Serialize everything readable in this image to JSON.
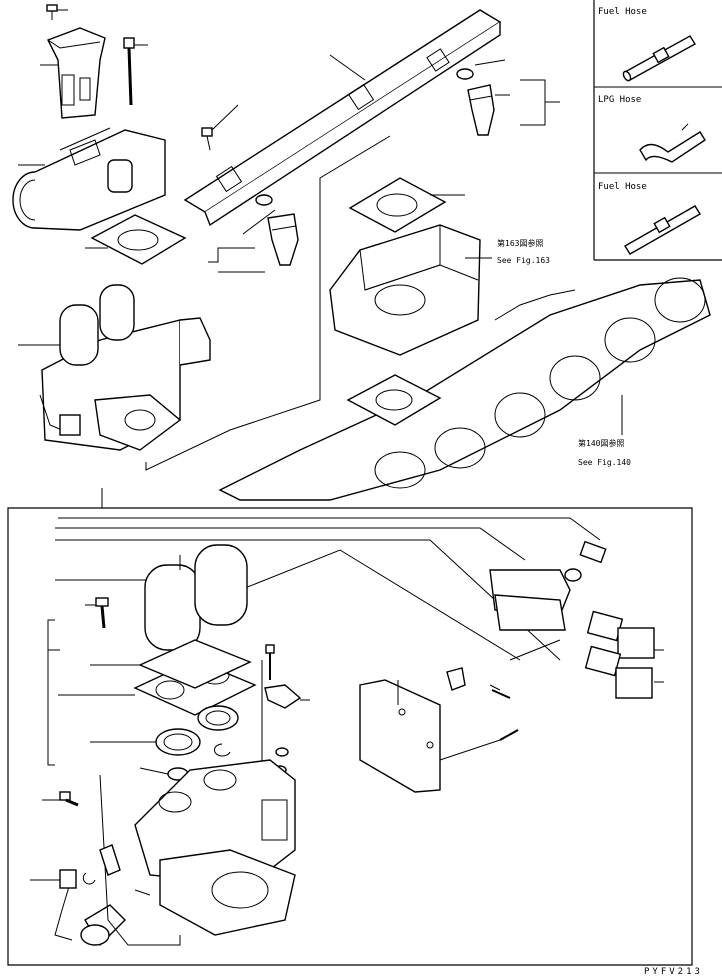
{
  "legend": {
    "fuel_hose_top": "Fuel Hose",
    "lpg_hose": "LPG Hose",
    "fuel_hose_bottom": "Fuel Hose"
  },
  "references": {
    "fig163_jp": "第163図参照",
    "fig163_en": "See Fig.163",
    "fig140_jp": "第140図参照",
    "fig140_en": "See Fig.140"
  },
  "drawing_code": "PYFV213"
}
